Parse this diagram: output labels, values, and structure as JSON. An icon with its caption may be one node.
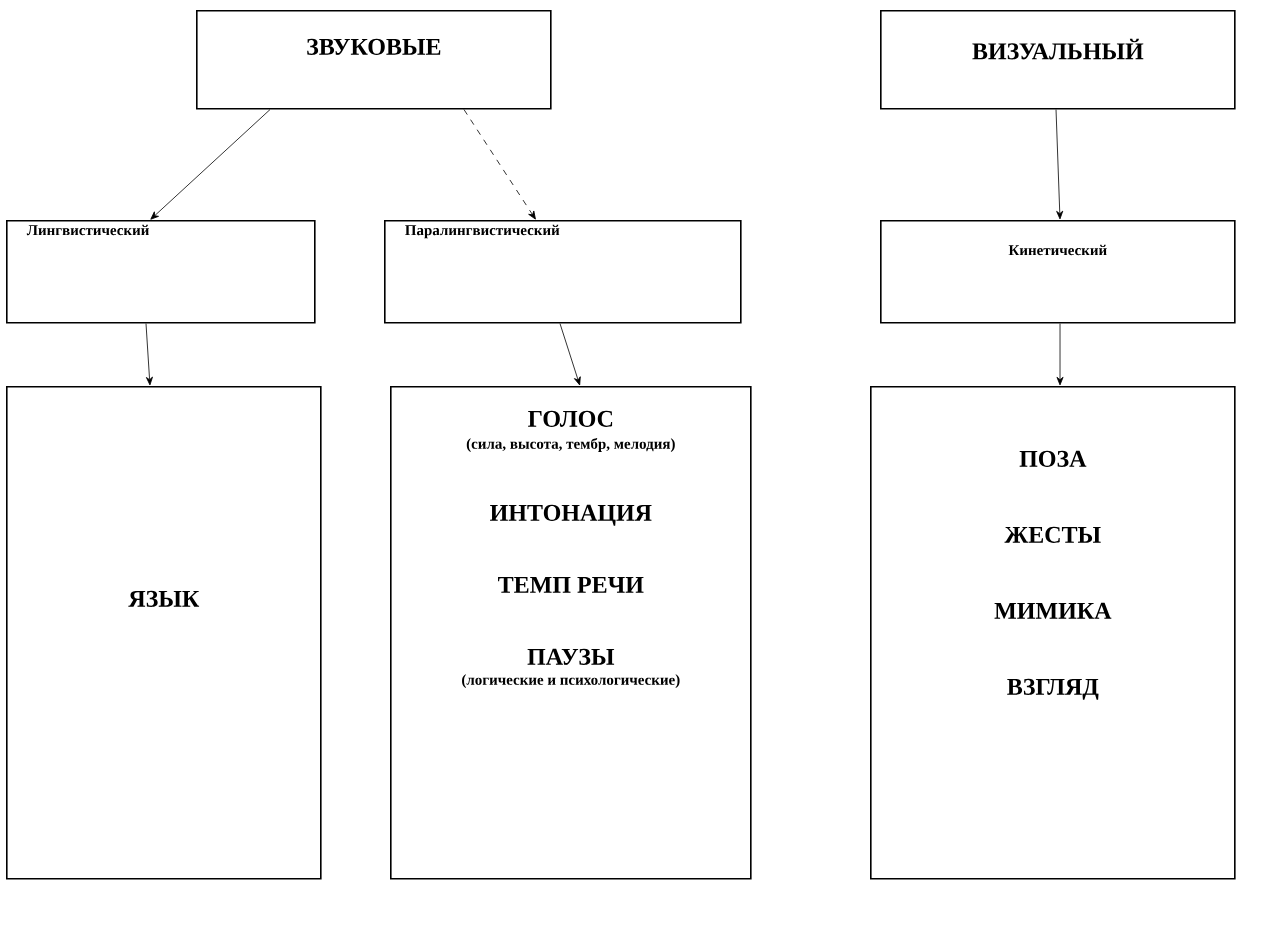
{
  "diagram": {
    "nodes": [
      {
        "text": [
          "ЗВУКОВЫЕ"
        ]
      },
      {
        "text": [
          "ВИЗУАЛЬНЫЙ"
        ]
      },
      {
        "text": [
          "Лингвистический"
        ]
      },
      {
        "text": [
          "Паралингвистический"
        ]
      },
      {
        "text": [
          "Кинетический"
        ]
      },
      {
        "text": [
          "ЯЗЫК"
        ]
      },
      {
        "text": [
          "ГОЛОС",
          "(сила, высота, тембр, мелодия)",
          "ИНТОНАЦИЯ",
          "ТЕМП РЕЧИ",
          "ПАУЗЫ",
          "(логические и психологические)"
        ]
      },
      {
        "text": [
          "ПОЗА",
          "ЖЕСТЫ",
          "МИМИКА",
          "ВЗГЛЯД"
        ]
      }
    ],
    "edges": [
      {
        "from": 0,
        "to": 2,
        "arrow": "to"
      },
      {
        "from": 0,
        "to": 3,
        "arrow": "to",
        "style": "dashed"
      },
      {
        "from": 1,
        "to": 4,
        "arrow": "to"
      },
      {
        "from": 2,
        "to": 5,
        "arrow": "to"
      },
      {
        "from": 3,
        "to": 6,
        "arrow": "to"
      },
      {
        "from": 4,
        "to": 7,
        "arrow": "to"
      }
    ]
  }
}
